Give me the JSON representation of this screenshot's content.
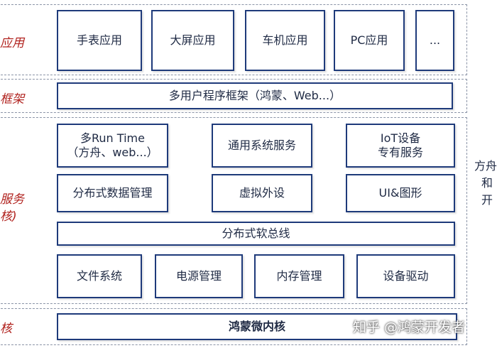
{
  "layers": {
    "app": {
      "label": "应用"
    },
    "framework": {
      "label": "框架"
    },
    "service": {
      "label_line1": "服务",
      "label_line2": "核)"
    },
    "kernel": {
      "label": "核"
    }
  },
  "app_boxes": [
    "手表应用",
    "大屏应用",
    "车机应用",
    "PC应用",
    "..."
  ],
  "framework_box": "多用户程序框架（鸿蒙、Web...）",
  "service_row1": [
    "多Run Time\n（方舟、web...）",
    "通用系统服务",
    "IoT设备\n专有服务"
  ],
  "service_row2": [
    "分布式数据管理",
    "虚拟外设",
    "UI&图形"
  ],
  "bus": "分布式软总线",
  "service_row3": [
    "文件系统",
    "电源管理",
    "内存管理",
    "设备驱动"
  ],
  "kernel_box": "鸿蒙微内核",
  "side_text": [
    "方舟",
    "和",
    "开"
  ],
  "watermark": "知乎 @鸿蒙开发者"
}
